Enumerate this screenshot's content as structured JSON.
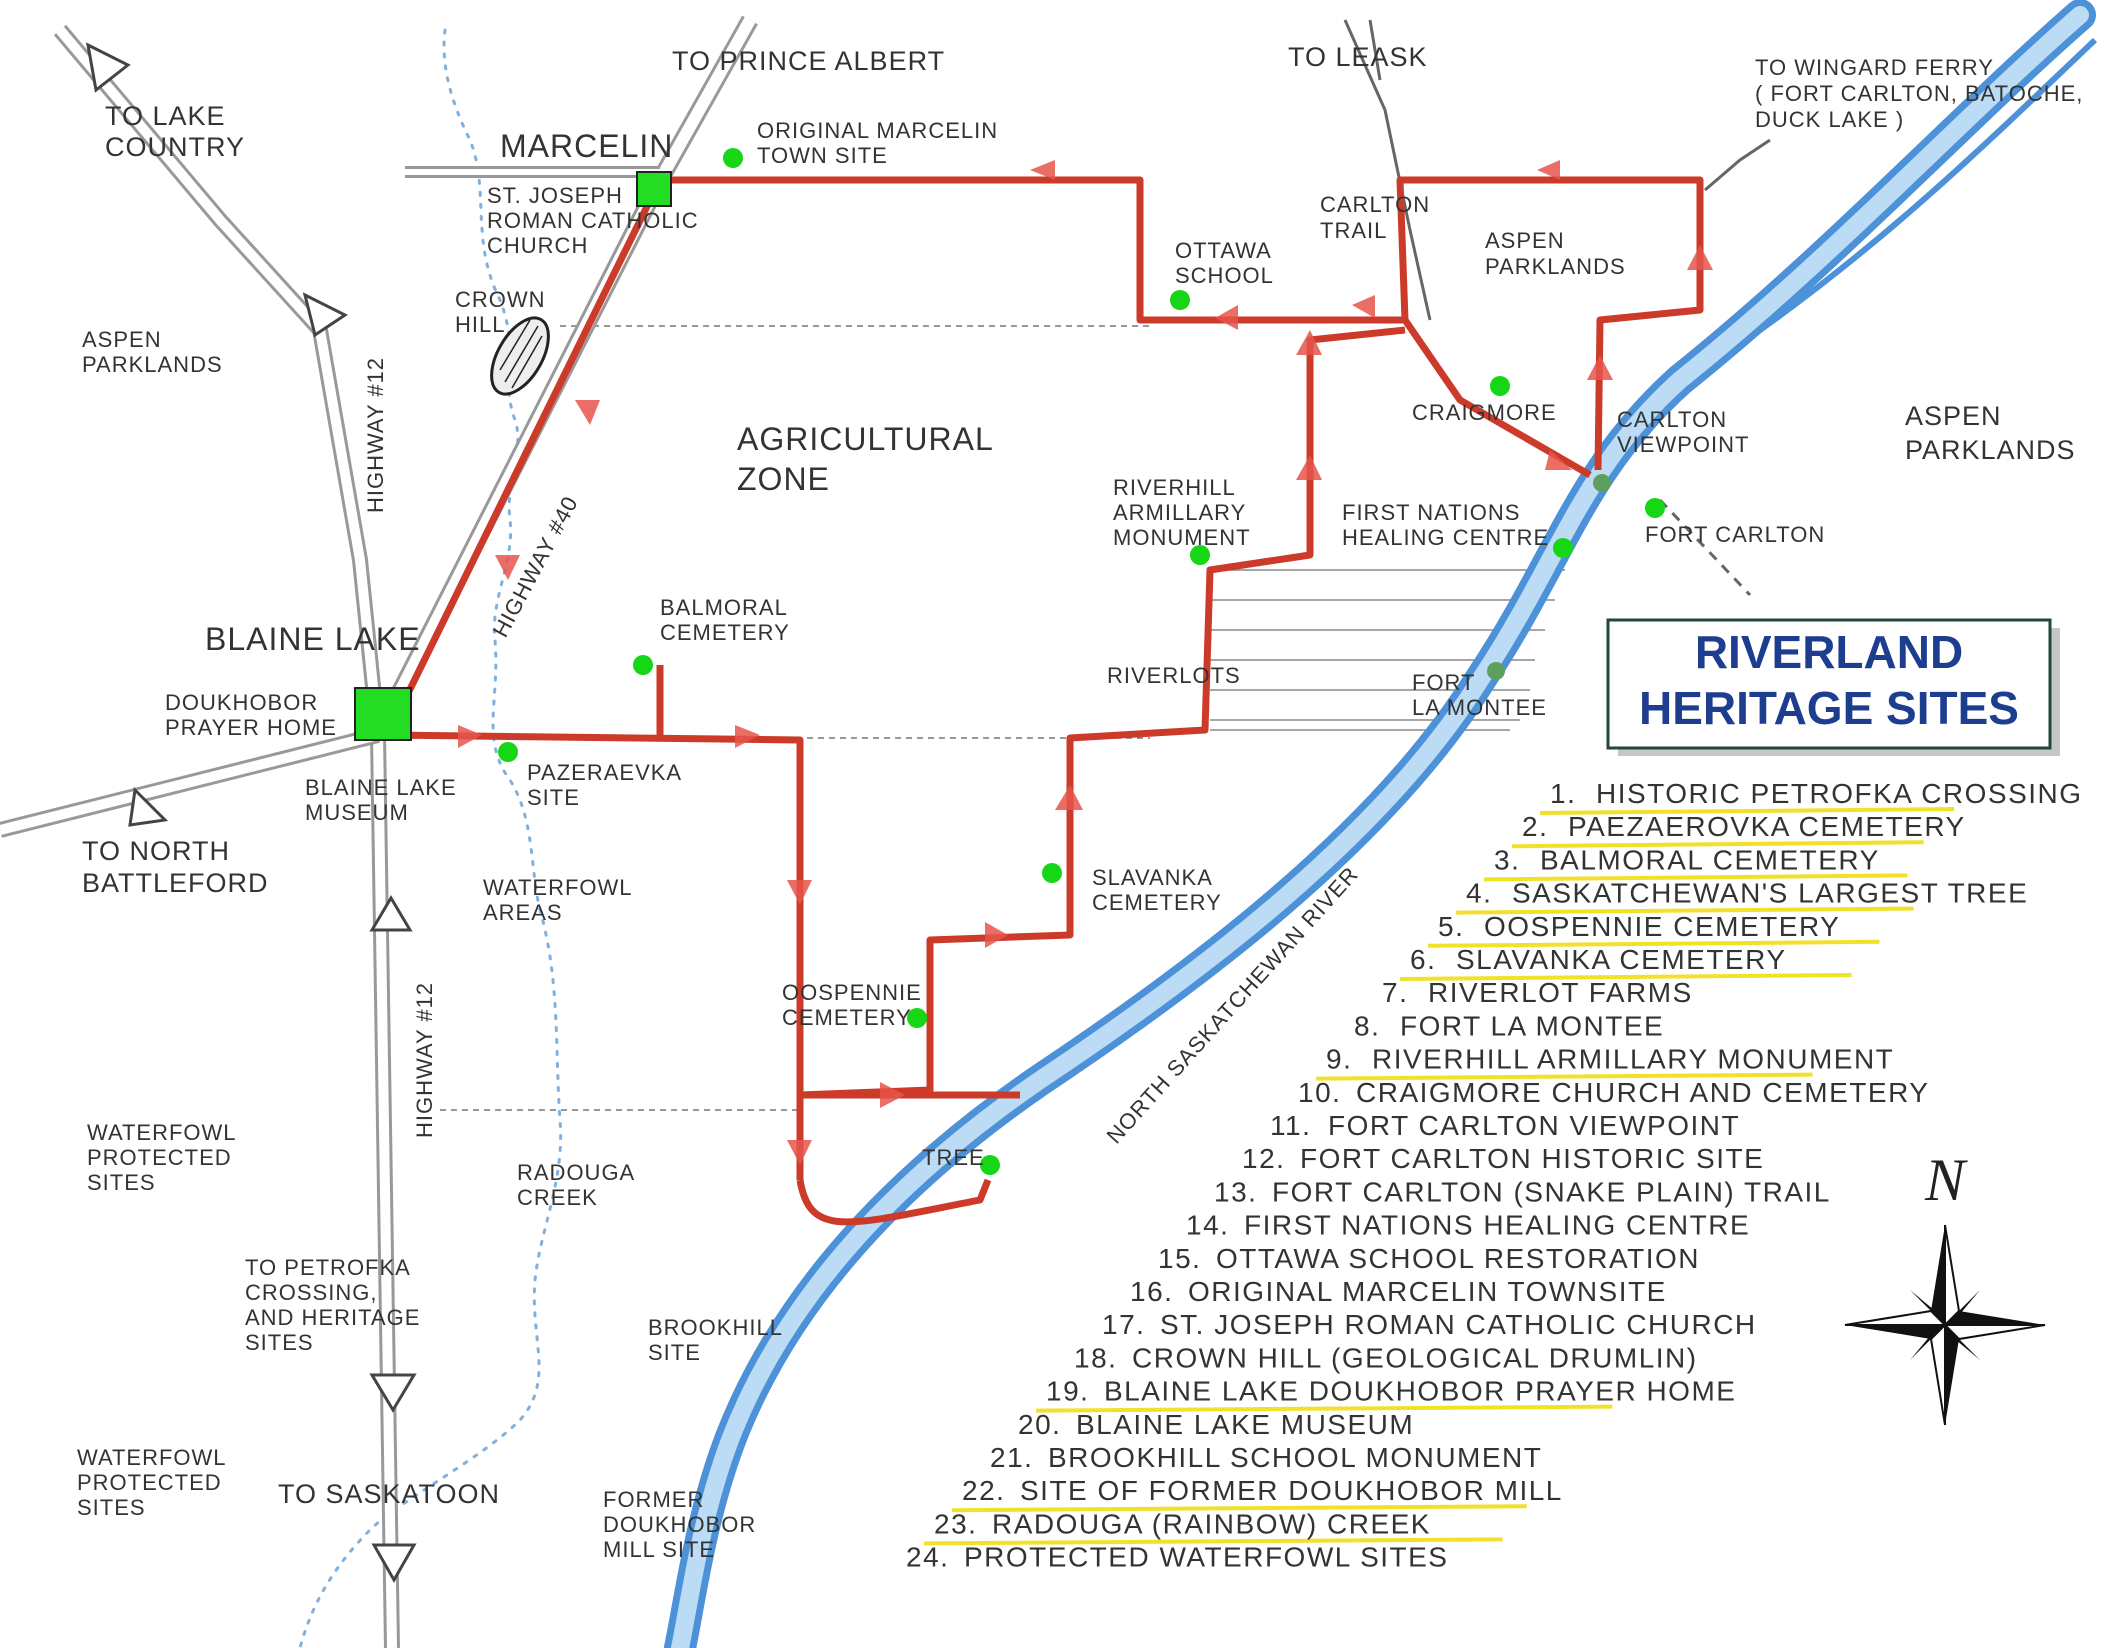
{
  "title": {
    "line1": "RIVERLAND",
    "line2": "HERITAGE SITES"
  },
  "colors": {
    "route": "#cc3a2a",
    "route_arrow": "#e6554a",
    "river": "#4d92d8",
    "river_light": "#bcdcf5",
    "site_dot": "#16d616",
    "site_dot_dark": "#5e9e5e",
    "building_square": "#22dd22",
    "highlight": "#f2e12c",
    "title": "#1d3d8f",
    "creek_dots": "#7fb0de"
  },
  "towns": {
    "marcelin": "MARCELIN",
    "blaine_lake": "BLAINE LAKE"
  },
  "directions": {
    "to_lake_country": [
      "TO  LAKE",
      "COUNTRY"
    ],
    "to_prince_albert": "TO  PRINCE  ALBERT",
    "to_leask": "TO   LEASK",
    "to_wingard_ferry": [
      "TO   WINGARD  FERRY",
      "( FORT CARLTON,  BATOCHE,",
      "DUCK  LAKE )"
    ],
    "to_north_battleford": [
      "TO  NORTH",
      "BATTLEFORD"
    ],
    "to_saskatoon": "TO  SASKATOON",
    "to_petrofka": [
      "TO  PETROFKA",
      "CROSSING,",
      "AND  HERITAGE",
      "SITES"
    ]
  },
  "roads": {
    "highway_12": "HIGHWAY #12",
    "highway_40": "HIGHWAY #40",
    "carlton_trail": [
      "CARLTON",
      "TRAIL"
    ]
  },
  "regions": {
    "aspen_left": [
      "ASPEN",
      "PARKLANDS"
    ],
    "aspen_top": [
      "ASPEN",
      "PARKLANDS"
    ],
    "aspen_right": [
      "ASPEN",
      "PARKLANDS"
    ],
    "agricultural": [
      "AGRICULTURAL",
      "ZONE"
    ],
    "waterfowl_areas": [
      "WATERFOWL",
      "AREAS"
    ],
    "waterfowl_protected_1": [
      "WATERFOWL",
      "PROTECTED",
      "SITES"
    ],
    "waterfowl_protected_2": [
      "WATERFOWL",
      "PROTECTED",
      "SITES"
    ],
    "riverlots": "RIVERLOTS",
    "river": "NORTH  SASKATCHEWAN  RIVER",
    "radouga_creek": [
      "RADOUGA",
      "CREEK"
    ]
  },
  "sites": {
    "original_marcelin": [
      "ORIGINAL  MARCELIN",
      "TOWN  SITE"
    ],
    "st_joseph": [
      "ST.  JOSEPH",
      "ROMAN  CATHOLIC",
      "CHURCH"
    ],
    "crown_hill": [
      "CROWN",
      "HILL"
    ],
    "ottawa_school": [
      "OTTAWA",
      "SCHOOL"
    ],
    "craigmore": "CRAIGMORE",
    "carlton_viewpoint": [
      "CARLTON",
      "VIEWPOINT"
    ],
    "fort_carlton": "FORT  CARLTON",
    "first_nations": [
      "FIRST  NATIONS",
      "HEALING  CENTRE"
    ],
    "riverhill": [
      "RIVERHILL",
      "ARMILLARY",
      "MONUMENT"
    ],
    "fort_la_montee": [
      "FORT",
      "LA  MONTEE"
    ],
    "doukhobor_prayer_home": [
      "DOUKHOBOR",
      "PRAYER  HOME"
    ],
    "blaine_lake_museum": [
      "BLAINE  LAKE",
      "MUSEUM"
    ],
    "pazeraevka": [
      "PAZERAEVKA",
      "SITE"
    ],
    "balmoral": [
      "BALMORAL",
      "CEMETERY"
    ],
    "slavanka": [
      "SLAVANKA",
      "CEMETERY"
    ],
    "oospennie": [
      "OOSPENNIE",
      "CEMETERY"
    ],
    "tree": "TREE",
    "brookhill": [
      "BROOKHILL",
      "SITE"
    ],
    "former_mill": [
      "FORMER",
      "DOUKHOBOR",
      "MILL  SITE"
    ]
  },
  "compass": {
    "north": "N"
  },
  "legend": [
    {
      "num": "1.",
      "text": "HISTORIC PETROFKA CROSSING",
      "highlighted": true
    },
    {
      "num": "2.",
      "text": "PAEZAEROVKA  CEMETERY",
      "highlighted": true
    },
    {
      "num": "3.",
      "text": "BALMORAL CEMETERY",
      "highlighted": true
    },
    {
      "num": "4.",
      "text": "SASKATCHEWAN'S LARGEST TREE",
      "highlighted": true
    },
    {
      "num": "5.",
      "text": "OOSPENNIE  CEMETERY",
      "highlighted": true
    },
    {
      "num": "6.",
      "text": "SLAVANKA  CEMETERY",
      "highlighted": true
    },
    {
      "num": "7.",
      "text": "RIVERLOT  FARMS",
      "highlighted": false
    },
    {
      "num": "8.",
      "text": "FORT  LA  MONTEE",
      "highlighted": false
    },
    {
      "num": "9.",
      "text": "RIVERHILL  ARMILLARY  MONUMENT",
      "highlighted": true
    },
    {
      "num": "10.",
      "text": "CRAIGMORE  CHURCH  AND  CEMETERY",
      "highlighted": false
    },
    {
      "num": "11.",
      "text": "FORT  CARLTON  VIEWPOINT",
      "highlighted": false
    },
    {
      "num": "12.",
      "text": "FORT  CARLTON  HISTORIC  SITE",
      "highlighted": false
    },
    {
      "num": "13.",
      "text": "FORT  CARLTON  (SNAKE  PLAIN)  TRAIL",
      "highlighted": false
    },
    {
      "num": "14.",
      "text": "FIRST  NATIONS  HEALING  CENTRE",
      "highlighted": false
    },
    {
      "num": "15.",
      "text": "OTTAWA  SCHOOL  RESTORATION",
      "highlighted": false
    },
    {
      "num": "16.",
      "text": "ORIGINAL  MARCELIN  TOWNSITE",
      "highlighted": false
    },
    {
      "num": "17.",
      "text": "ST. JOSEPH  ROMAN  CATHOLIC  CHURCH",
      "highlighted": false
    },
    {
      "num": "18.",
      "text": "CROWN  HILL  (GEOLOGICAL  DRUMLIN)",
      "highlighted": false
    },
    {
      "num": "19.",
      "text": "BLAINE  LAKE  DOUKHOBOR  PRAYER  HOME",
      "highlighted": true
    },
    {
      "num": "20.",
      "text": "BLAINE  LAKE  MUSEUM",
      "highlighted": false
    },
    {
      "num": "21.",
      "text": "BROOKHILL  SCHOOL  MONUMENT",
      "highlighted": false
    },
    {
      "num": "22.",
      "text": "SITE  OF  FORMER  DOUKHOBOR  MILL",
      "highlighted": true
    },
    {
      "num": "23.",
      "text": "RADOUGA  (RAINBOW)  CREEK",
      "highlighted": true
    },
    {
      "num": "24.",
      "text": "PROTECTED  WATERFOWL  SITES",
      "highlighted": false
    }
  ]
}
